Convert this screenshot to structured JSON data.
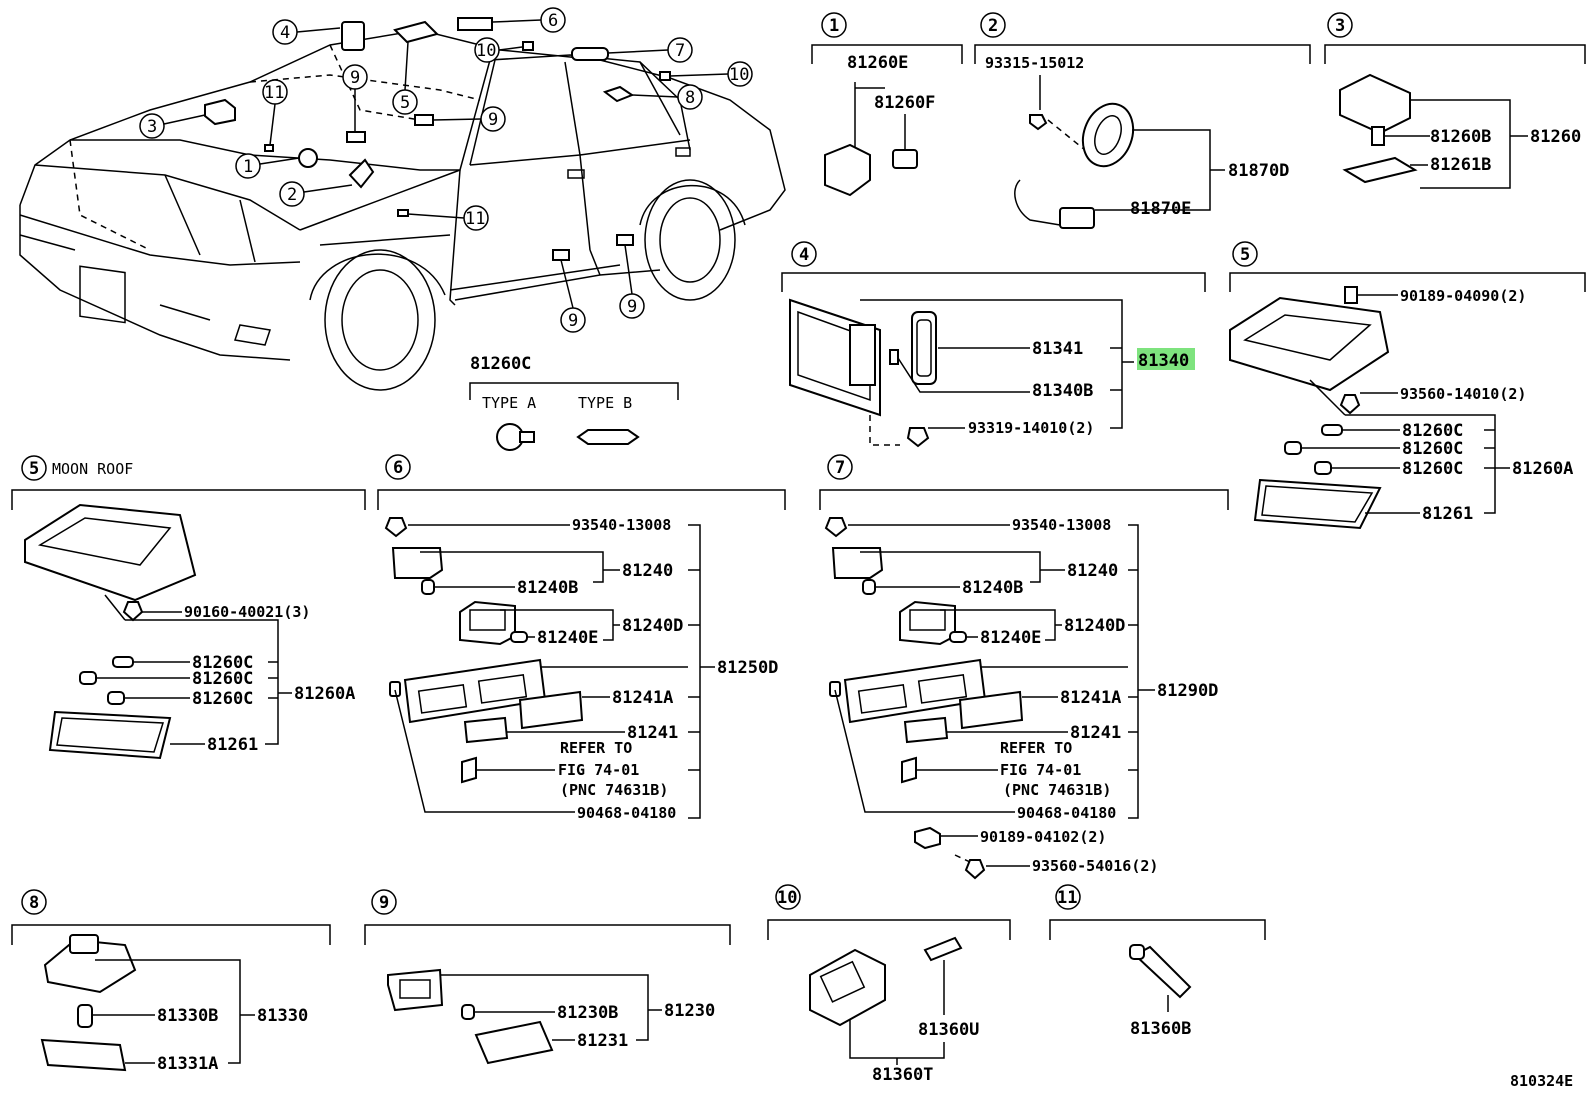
{
  "figure_code": "810324E",
  "highlight_color": "#7ee37e",
  "car_callouts": [
    {
      "num": "4"
    },
    {
      "num": "6"
    },
    {
      "num": "10"
    },
    {
      "num": "7"
    },
    {
      "num": "10"
    },
    {
      "num": "3"
    },
    {
      "num": "11"
    },
    {
      "num": "9"
    },
    {
      "num": "5"
    },
    {
      "num": "9"
    },
    {
      "num": "8"
    },
    {
      "num": "1"
    },
    {
      "num": "2"
    },
    {
      "num": "11"
    },
    {
      "num": "9"
    },
    {
      "num": "9"
    }
  ],
  "bulb_types": {
    "part": "81260C",
    "type_a": "TYPE  A",
    "type_b": "TYPE  B"
  },
  "sections": [
    {
      "num": "1",
      "parts": [
        "81260E",
        "81260F"
      ]
    },
    {
      "num": "2",
      "parts": [
        "93315-15012",
        "81870D",
        "81870E"
      ]
    },
    {
      "num": "3",
      "parts": [
        "81260B",
        "81260",
        "81261B"
      ]
    },
    {
      "num": "4",
      "parts": [
        "81341",
        "81340B",
        "81340",
        "93319-14010(2)"
      ]
    },
    {
      "num": "5",
      "parts": [
        "90189-04090(2)",
        "93560-14010(2)",
        "81260C",
        "81260C",
        "81260C",
        "81260A",
        "81261"
      ]
    },
    {
      "num": "5",
      "label": "MOON ROOF",
      "parts": [
        "90160-40021(3)",
        "81260C",
        "81260C",
        "81260C",
        "81260A",
        "81261"
      ]
    },
    {
      "num": "6",
      "parts": [
        "93540-13008",
        "81240",
        "81240B",
        "81240D",
        "81240E",
        "81250D",
        "81241A",
        "81241",
        "REFER TO",
        "FIG 74-01",
        "(PNC 74631B)",
        "90468-04180"
      ]
    },
    {
      "num": "7",
      "parts": [
        "93540-13008",
        "81240",
        "81240B",
        "81240D",
        "81240E",
        "81290D",
        "81241A",
        "81241",
        "REFER TO",
        "FIG 74-01",
        "(PNC 74631B)",
        "90468-04180",
        "90189-04102(2)",
        "93560-54016(2)"
      ]
    },
    {
      "num": "8",
      "parts": [
        "81330B",
        "81330",
        "81331A"
      ]
    },
    {
      "num": "9",
      "parts": [
        "81230B",
        "81230",
        "81231"
      ]
    },
    {
      "num": "10",
      "parts": [
        "81360U",
        "81360T"
      ]
    },
    {
      "num": "11",
      "parts": [
        "81360B"
      ]
    }
  ],
  "highlighted_part": "81340"
}
